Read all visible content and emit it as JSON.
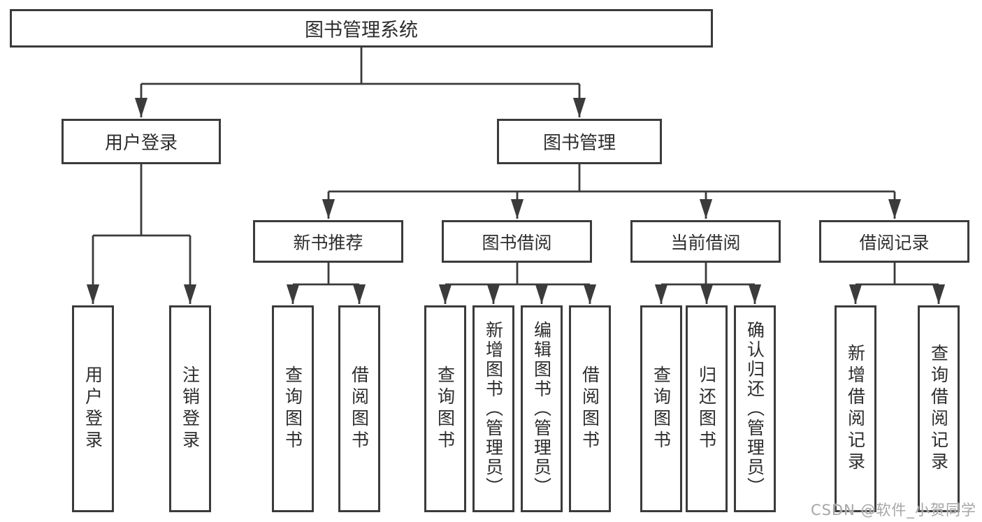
{
  "tree": {
    "label": "图书管理系统",
    "children": [
      {
        "label": "用户登录",
        "children": [
          {
            "label": "用户登录"
          },
          {
            "label": "注销登录"
          }
        ]
      },
      {
        "label": "图书管理",
        "children": [
          {
            "label": "新书推荐",
            "children": [
              {
                "label": "查询图书"
              },
              {
                "label": "借阅图书"
              }
            ]
          },
          {
            "label": "图书借阅",
            "children": [
              {
                "label": "查询图书"
              },
              {
                "label": "新增图书（管理员）"
              },
              {
                "label": "编辑图书（管理员）"
              },
              {
                "label": "借阅图书"
              }
            ]
          },
          {
            "label": "当前借阅",
            "children": [
              {
                "label": "查询图书"
              },
              {
                "label": "归还图书"
              },
              {
                "label": "确认归还（管理员）"
              }
            ]
          },
          {
            "label": "借阅记录",
            "children": [
              {
                "label": "新增借阅记录"
              },
              {
                "label": "查询借阅记录"
              }
            ]
          }
        ]
      }
    ]
  },
  "watermark": {
    "text": "CSDN @软件_小贺同学"
  },
  "colors": {
    "line": "#3b3b3b",
    "border": "#3b3b3b",
    "text": "#2d2d2d",
    "background": "#ffffff",
    "watermark": "#a6a6a6"
  }
}
